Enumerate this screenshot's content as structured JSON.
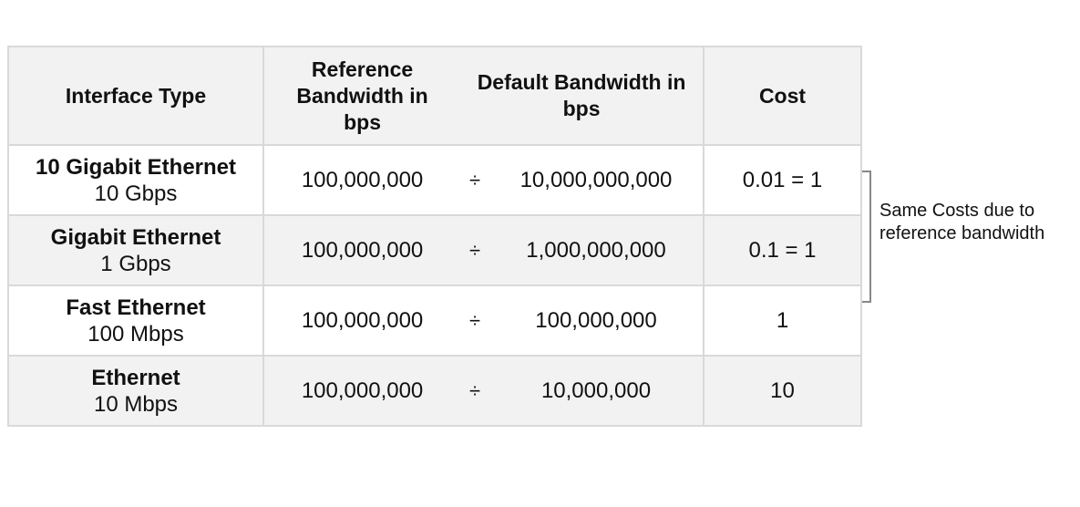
{
  "headers": {
    "interface_type": "Interface Type",
    "reference_bandwidth": "Reference Bandwidth in bps",
    "default_bandwidth": "Default Bandwidth in bps",
    "cost": "Cost"
  },
  "rows": [
    {
      "name": "10 Gigabit Ethernet",
      "speed": "10 Gbps",
      "reference": "100,000,000",
      "operator": "÷",
      "default": "10,000,000,000",
      "cost": "0.01 = 1"
    },
    {
      "name": "Gigabit Ethernet",
      "speed": "1 Gbps",
      "reference": "100,000,000",
      "operator": "÷",
      "default": "1,000,000,000",
      "cost": "0.1 = 1"
    },
    {
      "name": "Fast Ethernet",
      "speed": "100 Mbps",
      "reference": "100,000,000",
      "operator": "÷",
      "default": "100,000,000",
      "cost": "1"
    },
    {
      "name": "Ethernet",
      "speed": "10 Mbps",
      "reference": "100,000,000",
      "operator": "÷",
      "default": "10,000,000",
      "cost": "10"
    }
  ],
  "annotation": "Same Costs due to reference bandwidth"
}
